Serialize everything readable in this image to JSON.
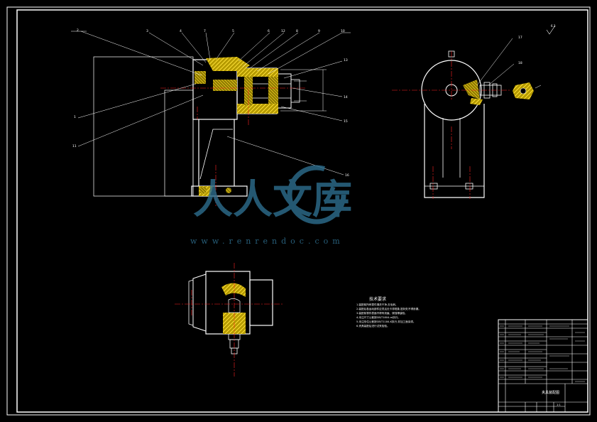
{
  "watermark": {
    "text": "www.renrendoc.com",
    "logo_text": "人人文库",
    "color": "#2e6f8f"
  },
  "tech_requirements": {
    "title": "技术要求",
    "lines": [
      "1.装配前所有零件清洗干净,去毛刺。",
      "2.装配后各运动部件应灵活无卡滞现象,密封处不得渗漏。",
      "3.装配前零件表面不得有划痕、锈蚀等缺陷。",
      "4.未注尺寸公差按GB/T1804-m执行。",
      "5.未注形位公差按GB/T1184-K执行,非加工面涂漆。",
      "6.夹具装配后进行试夹检验。"
    ]
  },
  "balloons": [
    "1",
    "2",
    "3",
    "4",
    "5",
    "6",
    "7",
    "8",
    "9",
    "10",
    "11",
    "12",
    "13",
    "14",
    "15",
    "16",
    "17",
    "18"
  ],
  "roughness_note": "6.3",
  "title_block": {
    "drawing_name": "夹具装配图",
    "scale": "1:1"
  },
  "colors": {
    "frame": "#ffffff",
    "outline": "#ffffff",
    "hatch": "#d8c400",
    "center": "#ff2020",
    "dim": "#ffffff",
    "leader": "#ffffff"
  }
}
